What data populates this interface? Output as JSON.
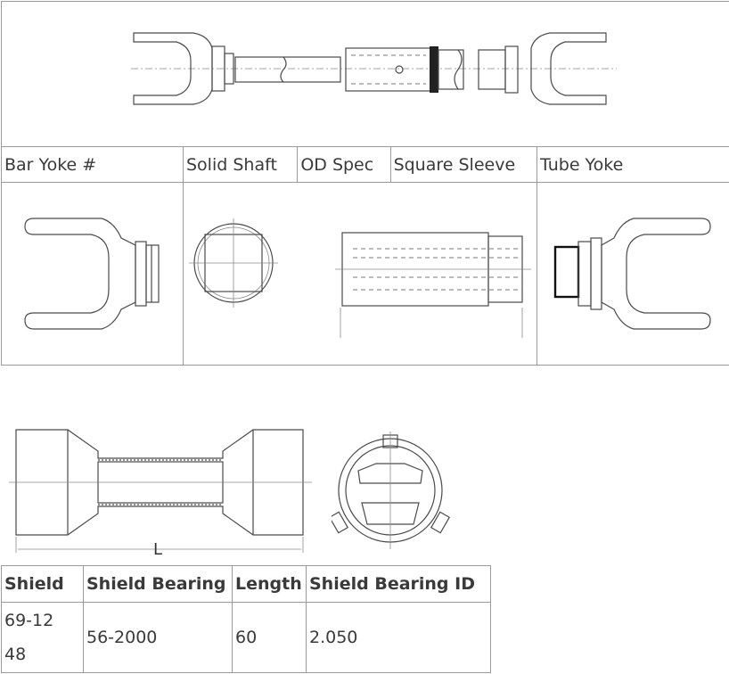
{
  "top_table": {
    "headers": [
      "Bar Yoke #",
      "Solid Shaft",
      "OD Spec",
      "Square Sleeve",
      "Tube Yoke"
    ]
  },
  "bottom_table": {
    "headers": [
      "Shield",
      "Shield Bearing",
      "Length",
      "Shield Bearing ID"
    ],
    "rows": [
      [
        "69-1248",
        "56-2000",
        "60",
        "2.050"
      ]
    ]
  },
  "diagram": {
    "length_label": "L"
  }
}
